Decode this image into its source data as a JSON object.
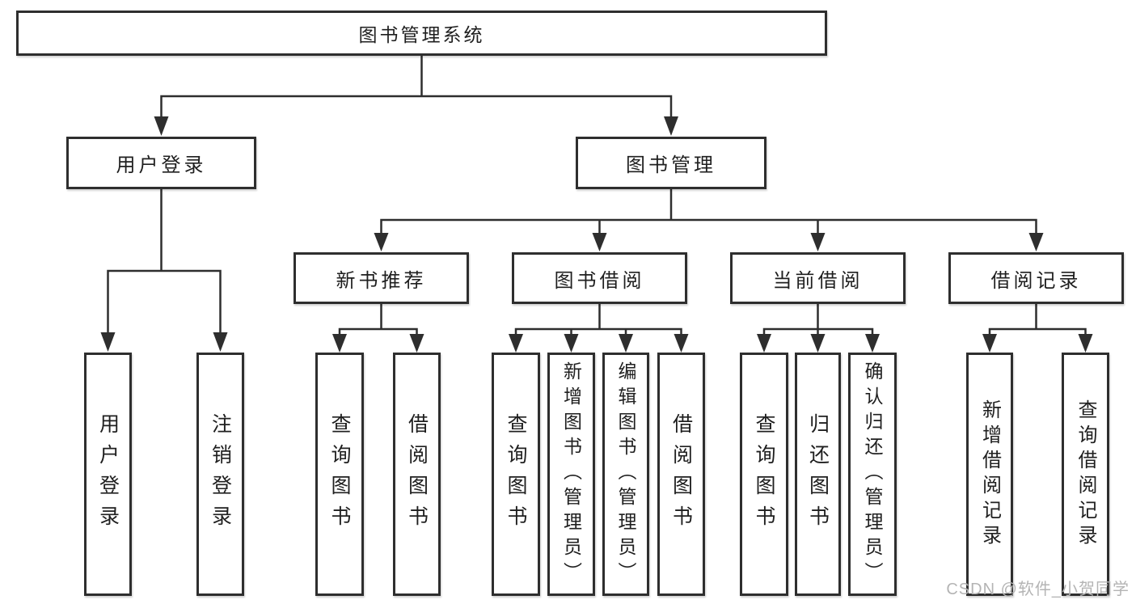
{
  "tree": {
    "root": {
      "label": "图书管理系统"
    },
    "children": [
      {
        "label": "用户登录",
        "children": [
          {
            "label": "用户登录"
          },
          {
            "label": "注销登录"
          }
        ]
      },
      {
        "label": "图书管理",
        "children": [
          {
            "label": "新书推荐",
            "children": [
              {
                "label": "查询图书"
              },
              {
                "label": "借阅图书"
              }
            ]
          },
          {
            "label": "图书借阅",
            "children": [
              {
                "label": "查询图书"
              },
              {
                "label": "新增图书（管理员）"
              },
              {
                "label": "编辑图书（管理员）"
              },
              {
                "label": "借阅图书"
              }
            ]
          },
          {
            "label": "当前借阅",
            "children": [
              {
                "label": "查询图书"
              },
              {
                "label": "归还图书"
              },
              {
                "label": "确认归还（管理员）"
              }
            ]
          },
          {
            "label": "借阅记录",
            "children": [
              {
                "label": "新增借阅记录"
              },
              {
                "label": "查询借阅记录"
              }
            ]
          }
        ]
      }
    ]
  },
  "watermark": {
    "text": "CSDN @软件_小贺同学"
  },
  "colors": {
    "line": "#2e2e2e",
    "text": "#1f1f1f",
    "watermark": "#b4b4b4",
    "background": "#ffffff"
  }
}
